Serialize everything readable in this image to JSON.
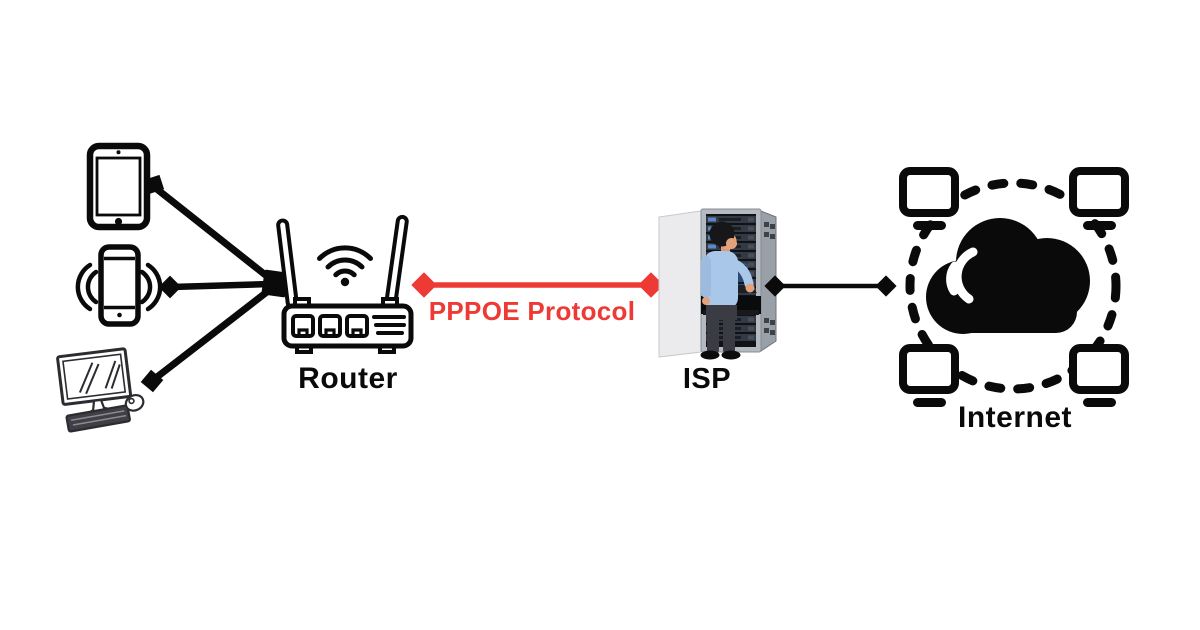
{
  "colors": {
    "ink": "#0a0a0a",
    "red": "#ee3a34",
    "sketch": "#2b2b30",
    "door": "#ebebee",
    "rackFrame": "#b5b9c0",
    "rackSide": "#9aa0a8",
    "rackInner": "#101216",
    "slat": "#343a43",
    "slatBlue": "#5d87c5",
    "shirt": "#a9c7e8",
    "skin": "#e3a17c",
    "hair": "#17171a",
    "pants": "#3b3b43",
    "shoe": "#0c0c0e",
    "laptopGlow": "#2c4a72"
  },
  "diagram": {
    "client_devices": [
      {
        "name": "tablet"
      },
      {
        "name": "smartphone"
      },
      {
        "name": "desktop-computer"
      }
    ],
    "nodes": [
      {
        "id": "router",
        "label": "Router"
      },
      {
        "id": "isp",
        "label": "ISP"
      },
      {
        "id": "internet",
        "label": "Internet"
      }
    ],
    "links": [
      {
        "from": "tablet",
        "to": "router",
        "style": "black-line"
      },
      {
        "from": "smartphone",
        "to": "router",
        "style": "black-line-diamond"
      },
      {
        "from": "desktop-computer",
        "to": "router",
        "style": "black-line"
      },
      {
        "from": "router",
        "to": "isp",
        "label": "PPPOE Protocol",
        "style": "red-line-diamond-ends"
      },
      {
        "from": "isp",
        "to": "internet",
        "style": "black-line-diamond-ends"
      }
    ]
  }
}
